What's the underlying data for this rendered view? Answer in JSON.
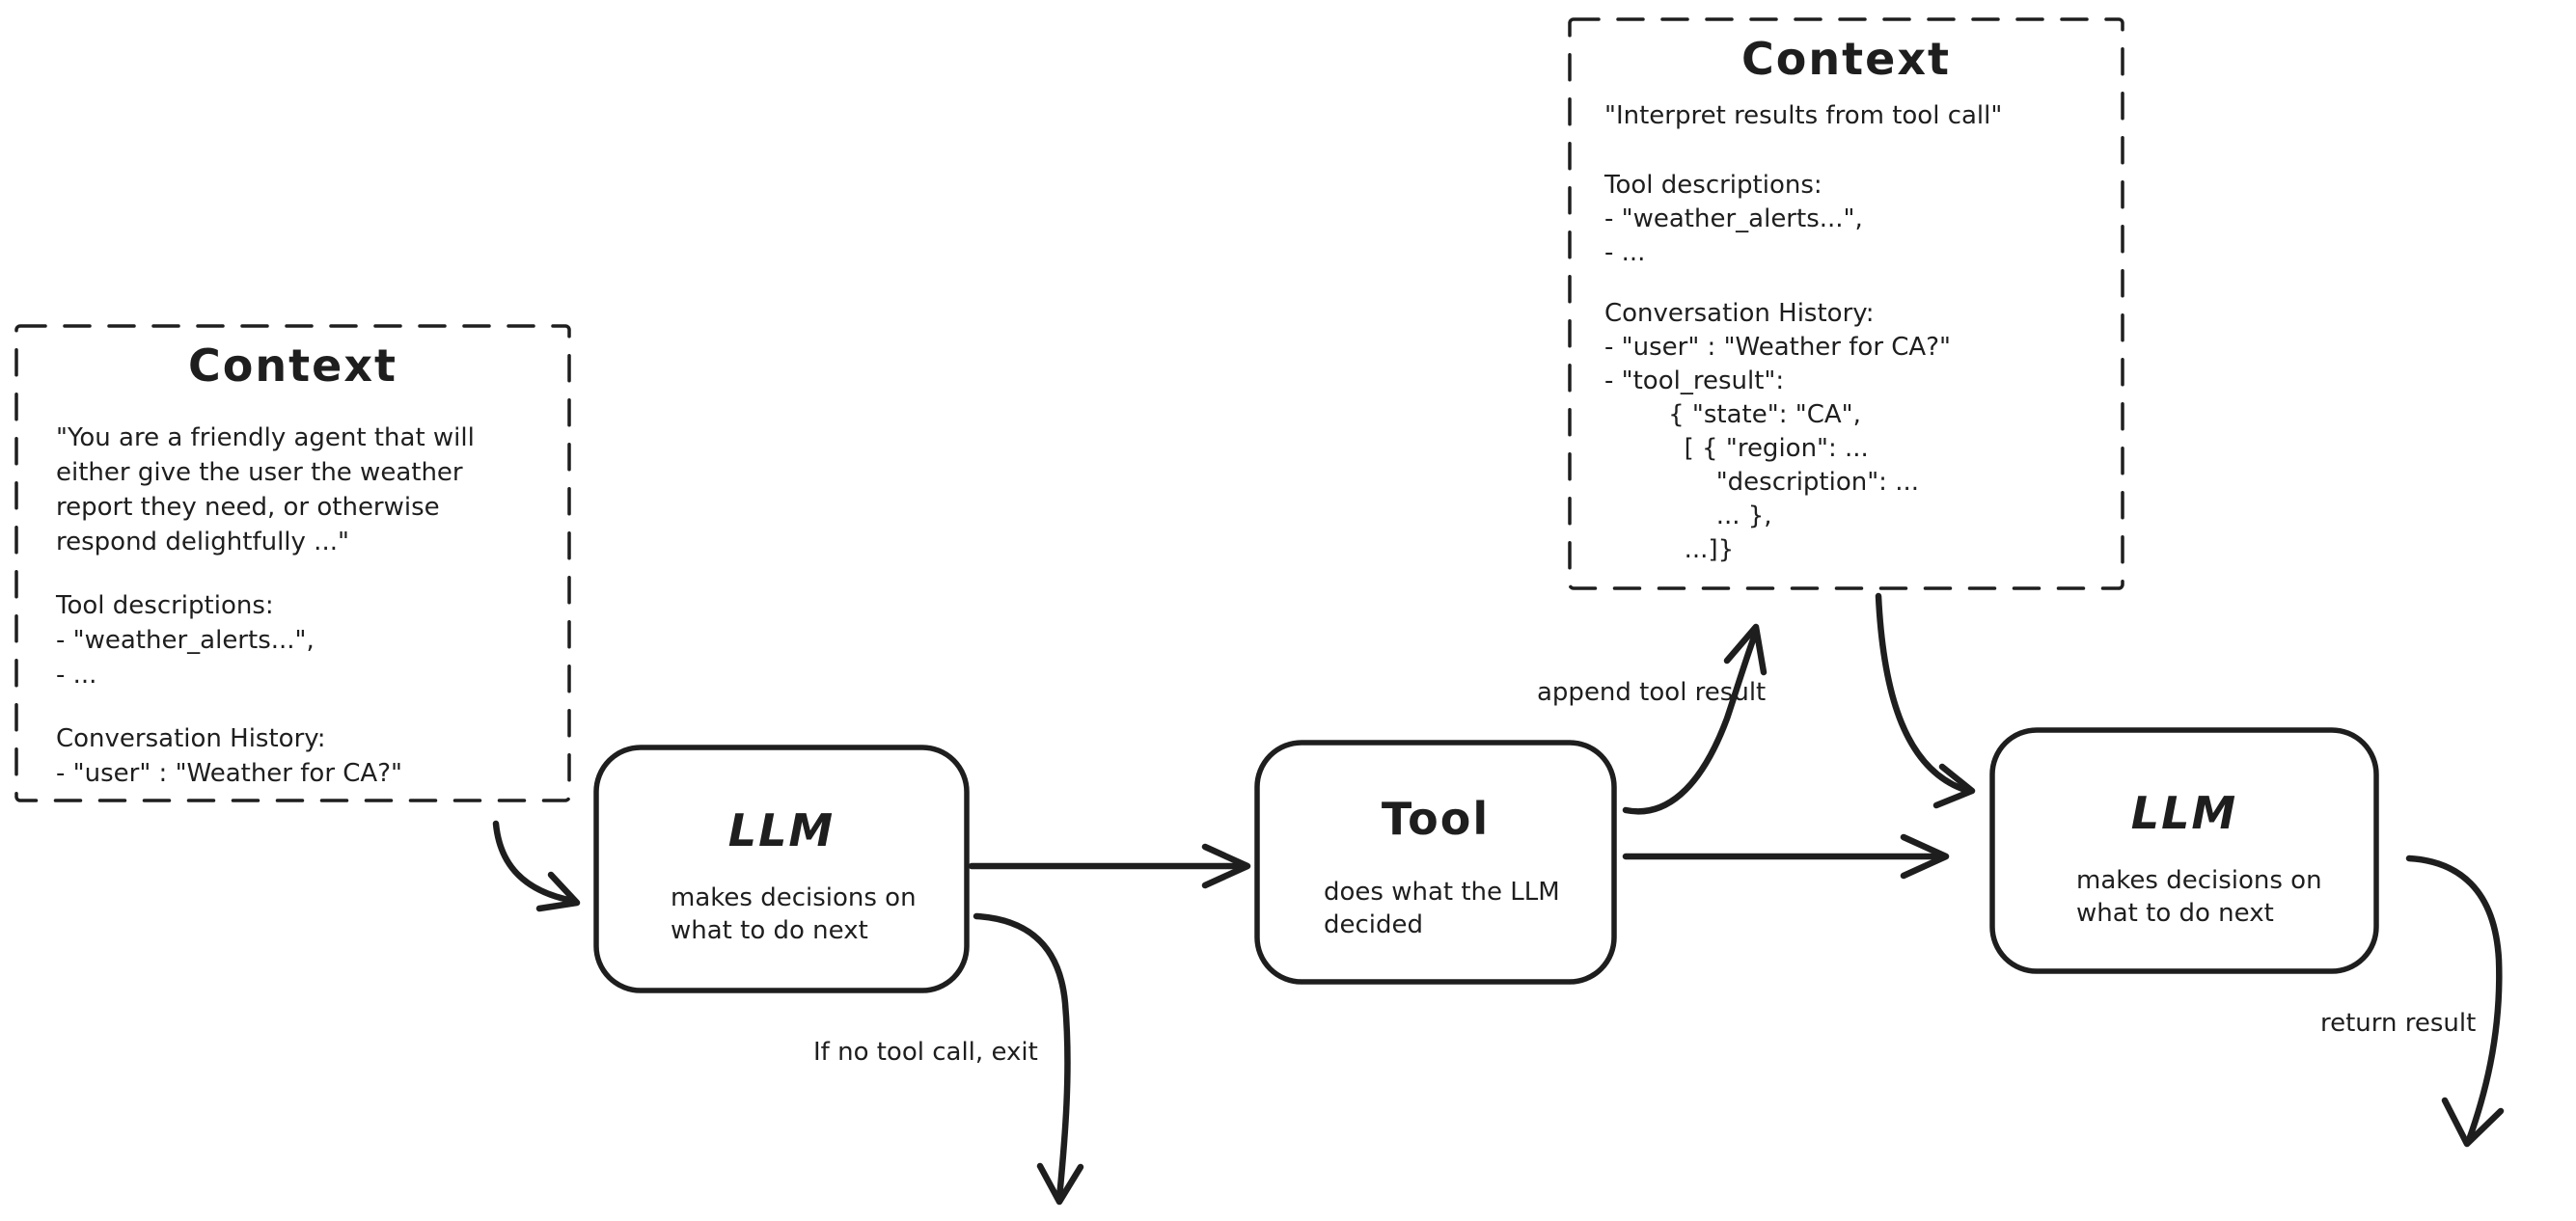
{
  "colors": {
    "stroke": "#1e1e1e",
    "background": "#ffffff"
  },
  "nodes": {
    "context_left": {
      "title": "Context",
      "system_prompt": "\"You are a friendly agent that will\neither give the user the weather\nreport they need, or otherwise\nrespond delightfully ...\"",
      "tool_descriptions": "Tool descriptions:\n- \"weather_alerts...\",\n- ...",
      "conversation_history": "Conversation History:\n- \"user\" : \"Weather for CA?\""
    },
    "context_top": {
      "title": "Context",
      "instruction": "\"Interpret results from tool call\"",
      "tool_descriptions": "Tool descriptions:\n- \"weather_alerts...\",\n- ...",
      "conversation_history": "Conversation History:\n- \"user\" : \"Weather for CA?\"\n- \"tool_result\":\n        { \"state\": \"CA\",\n          [ { \"region\": ...\n              \"description\": ...\n              ... },\n          ...]}"
    },
    "llm_first": {
      "title": "LLM",
      "body": "makes decisions on\nwhat to do next"
    },
    "tool": {
      "title": "Tool",
      "body": "does what the LLM\ndecided"
    },
    "llm_second": {
      "title": "LLM",
      "body": "makes decisions on\nwhat to do next"
    }
  },
  "edge_labels": {
    "append_tool_result": "append tool result",
    "no_tool_call_exit": "If no tool call, exit",
    "return_result": "return result"
  }
}
